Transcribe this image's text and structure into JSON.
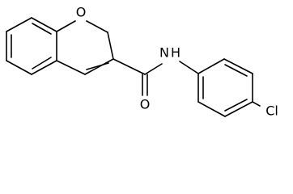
{
  "molecule": {
    "atoms": {
      "ring_oxygen": "O",
      "carbonyl_oxygen": "O",
      "amide_nitrogen": "N",
      "amide_hydrogen": "H",
      "chlorine": "Cl"
    }
  }
}
